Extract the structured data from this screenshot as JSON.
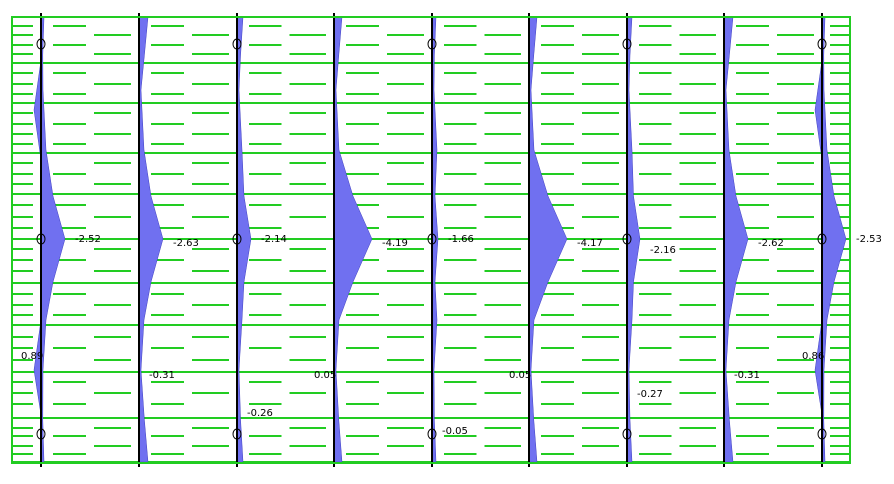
{
  "colors": {
    "grid": "#22cc22",
    "fill": "#7070f0",
    "member": "#000000",
    "support": "#000000"
  },
  "diagram": {
    "member_count": 9,
    "support_symbol": "()",
    "labels": [
      {
        "text": "-2.52",
        "member": 0,
        "at": "peak"
      },
      {
        "text": "-2.63",
        "member": 1,
        "at": "peak"
      },
      {
        "text": "-2.14",
        "member": 2,
        "at": "peak"
      },
      {
        "text": "-4.19",
        "member": 3,
        "at": "peak"
      },
      {
        "text": "-1.66",
        "member": 4,
        "at": "peak"
      },
      {
        "text": "-4.17",
        "member": 5,
        "at": "peak"
      },
      {
        "text": "-2.16",
        "member": 6,
        "at": "peak"
      },
      {
        "text": "-2.62",
        "member": 7,
        "at": "peak"
      },
      {
        "text": "-2.53",
        "member": 8,
        "at": "peak"
      },
      {
        "text": "0.89",
        "member": 0,
        "at": "span"
      },
      {
        "text": "-0.31",
        "member": 1,
        "at": "span"
      },
      {
        "text": "-0.26",
        "member": 2,
        "at": "span"
      },
      {
        "text": "0.05",
        "member": 3,
        "at": "span"
      },
      {
        "text": "-0.05",
        "member": 4,
        "at": "span"
      },
      {
        "text": "0.05",
        "member": 5,
        "at": "span"
      },
      {
        "text": "-0.27",
        "member": 6,
        "at": "span"
      },
      {
        "text": "-0.31",
        "member": 7,
        "at": "span"
      },
      {
        "text": "0.86",
        "member": 8,
        "at": "span"
      }
    ]
  }
}
